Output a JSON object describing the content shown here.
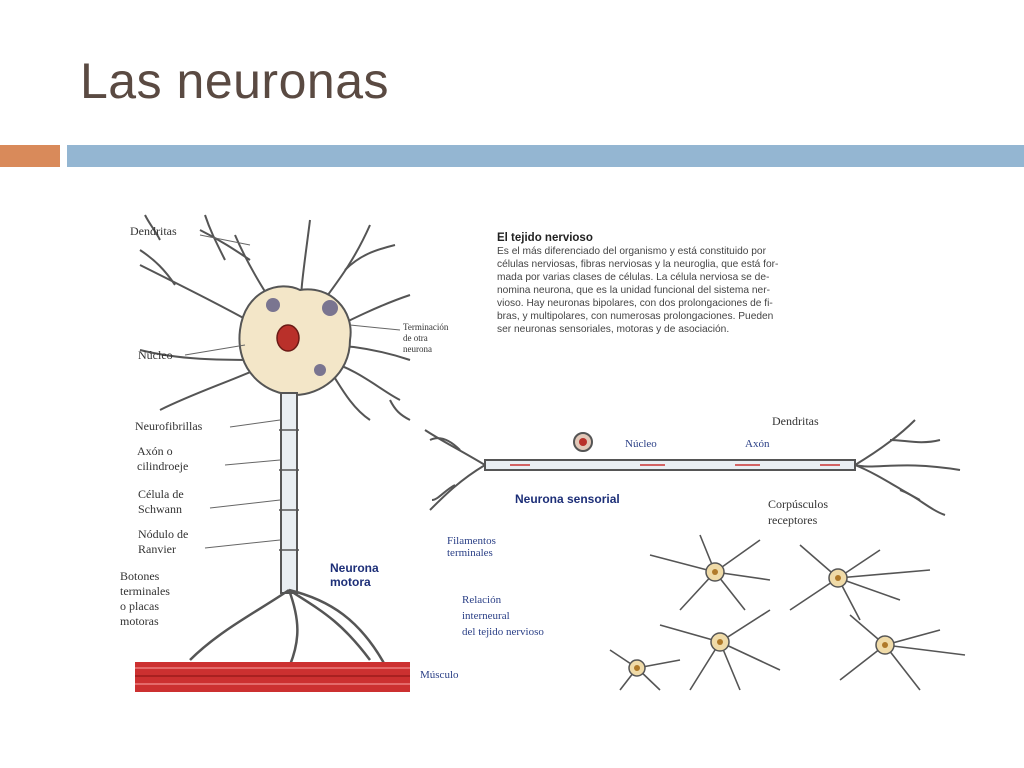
{
  "slide": {
    "title": "Las neuronas"
  },
  "paragraph": {
    "heading": "El tejido nervioso",
    "lines": [
      "Es el más diferenciado del organismo y está constituido por",
      "células nerviosas, fibras nerviosas y la neuroglia, que está for-",
      "mada por varias clases de células. La célula nerviosa se de-",
      "nomina neurona, que es la unidad funcional del sistema ner-",
      "vioso. Hay neuronas bipolares, con dos prolongaciones de fi-",
      "bras, y multipolares, con numerosas prolongaciones. Pueden",
      "ser neuronas sensoriales, motoras y de asociación."
    ]
  },
  "labels": {
    "dendritas": "Dendritas",
    "terminacion": [
      "Terminación",
      "de otra",
      "neurona"
    ],
    "nucleo": "Núcleo",
    "neurofibrillas": "Neurofibrillas",
    "axon": [
      "Axón o",
      "cilindroeje"
    ],
    "schwann": [
      "Célula de",
      "Schwann"
    ],
    "ranvier": [
      "Nódulo de",
      "Ranvier"
    ],
    "botones": [
      "Botones",
      "terminales",
      "o placas",
      "motoras"
    ],
    "neurona_motora": [
      "Neurona",
      "motora"
    ],
    "musculo": "Músculo",
    "sens_nucleo": "Núcleo",
    "sens_axon": "Axón",
    "sens_dendritas": "Dendritas",
    "neurona_sensorial": "Neurona sensorial",
    "filamentos": [
      "Filamentos",
      "terminales"
    ],
    "corpusculos": [
      "Corpúsculos",
      "receptores"
    ],
    "relacion": [
      "Relación",
      "interneural",
      "del tejido nervioso"
    ]
  }
}
